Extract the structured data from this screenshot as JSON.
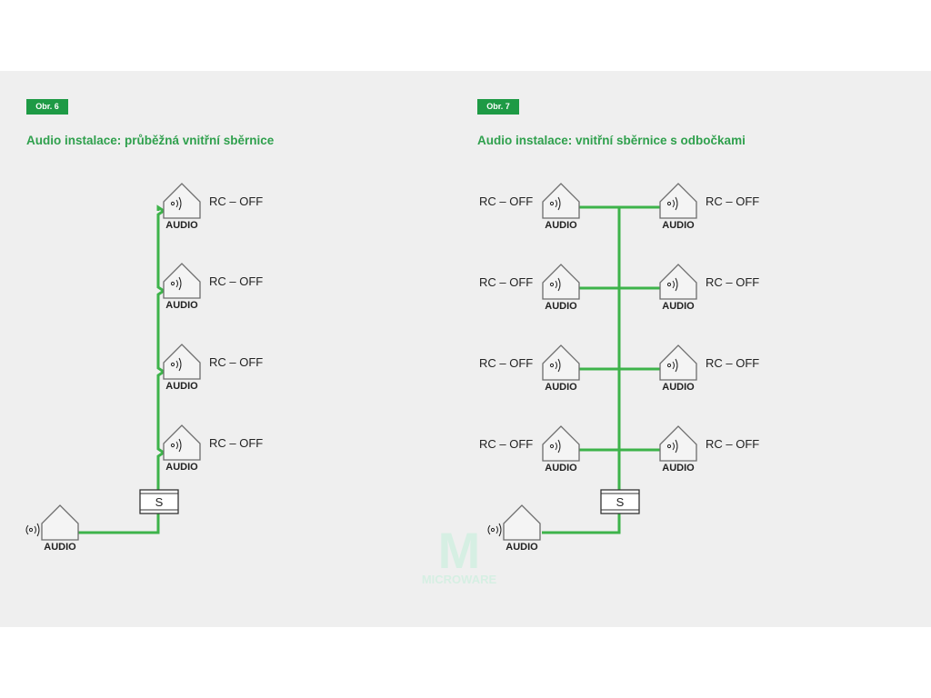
{
  "figures": [
    {
      "badge": "Obr. 6",
      "title": "Audio instalace: průběžná vnitřní sběrnice"
    },
    {
      "badge": "Obr. 7",
      "title": "Audio instalace: vnitřní sběrnice s odbočkami"
    }
  ],
  "labels": {
    "unit": "AUDIO",
    "rc": "RC – OFF",
    "switch": "S",
    "watermark_top": "M",
    "watermark_bottom": "MICROWARE"
  },
  "colors": {
    "bus": "#3db34a",
    "badge": "#1e9a45",
    "title": "#2fa04d",
    "outline": "#6d6d6d",
    "text": "#222222",
    "watermark": "#d6efe3"
  }
}
